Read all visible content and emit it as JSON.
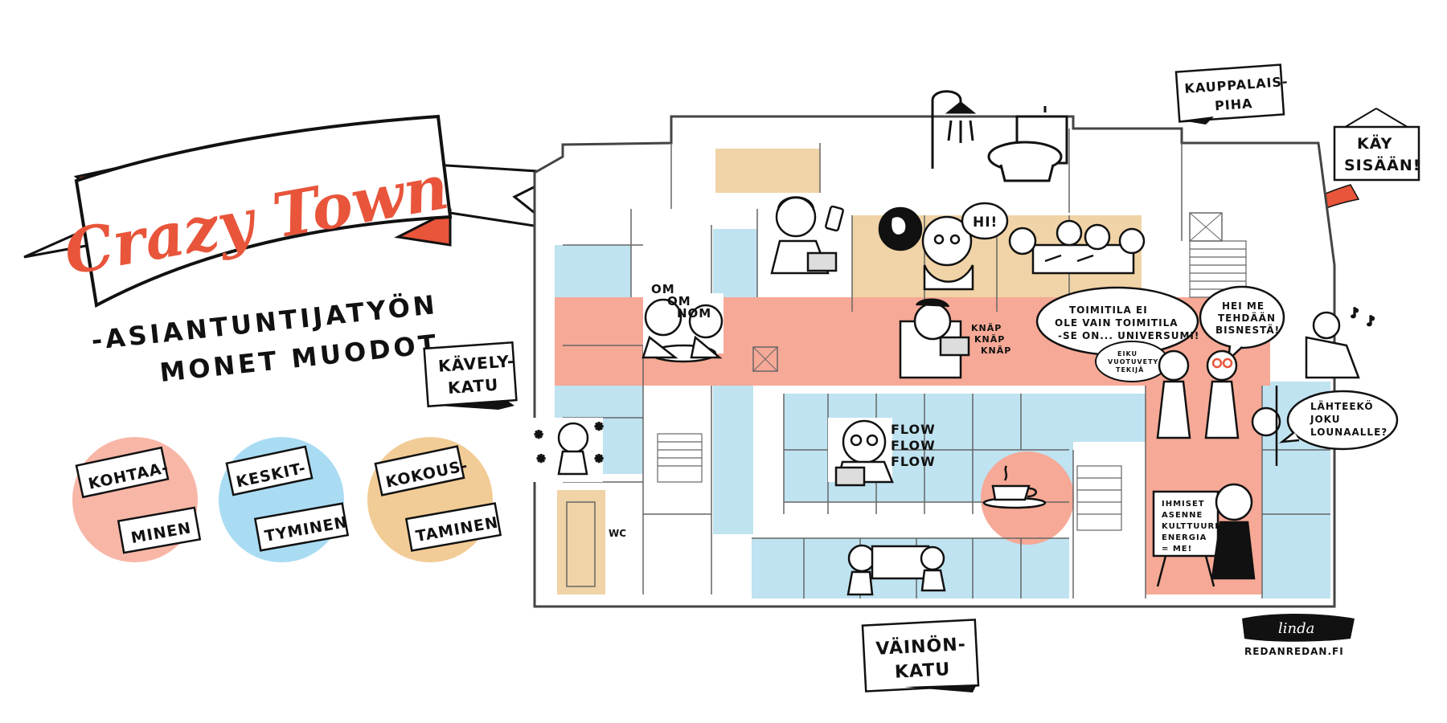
{
  "title": "Crazy Town",
  "subtitle": [
    "-ASIANTUNTIJATYÖN",
    "MONET MUODOT"
  ],
  "colors": {
    "coral": "#f6a996",
    "coral_strong": "#e8553a",
    "blue": "#bfe3f1",
    "tan": "#f0d3a6",
    "ink": "#111111"
  },
  "legend": [
    {
      "line1": "KOHTAA-",
      "line2": "MINEN",
      "color": "#f8b6a7"
    },
    {
      "line1": "KESKIT-",
      "line2": "TYMINEN",
      "color": "#a9dcf3"
    },
    {
      "line1": "KOKOUS-",
      "line2": "TAMINEN",
      "color": "#f2cc96"
    }
  ],
  "signs": {
    "kavelykatu": [
      "KÄVELY-",
      "KATU"
    ],
    "vainonkatu": [
      "VÄINÖN-",
      "KATU"
    ],
    "kauppalaispiha": [
      "KAUPPALAIS-",
      "PIHA"
    ],
    "kay_sisaan": [
      "KÄY",
      "SISÄÄN!"
    ]
  },
  "bubbles": {
    "om": [
      "OM",
      "OM",
      "NOM"
    ],
    "hi": "HI!",
    "knap": [
      "KNÄP",
      "KNÄP",
      "KNÄP"
    ],
    "flow": [
      "FLOW",
      "FLOW",
      "FLOW"
    ],
    "toimitila": [
      "TOIMITILA EI",
      "OLE VAIN TOIMITILA",
      "-SE ON... UNIVERSUMI!"
    ],
    "hei_me": [
      "HEI ME",
      "TEHDÄÄN",
      "BISNESTÄ!"
    ],
    "eiku": [
      "EIKU",
      "VUOTUVETYS-",
      "TEKIJÄ"
    ],
    "lahteeko": [
      "LÄHTEEKÖ",
      "JOKU",
      "LOUNAALLE?"
    ],
    "board": [
      "IHMISET",
      "ASENNE",
      "KULTTUURI",
      "ENERGIA",
      "= ME!"
    ],
    "wc": "WC"
  },
  "signature": {
    "name": "linda",
    "url": "REDANREDAN.FI"
  }
}
